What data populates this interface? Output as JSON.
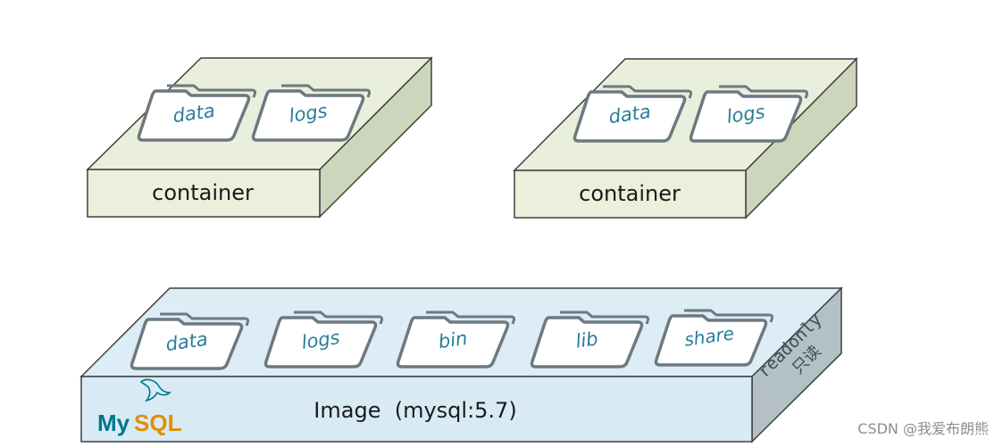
{
  "containers": [
    {
      "label": "container",
      "folders": [
        "data",
        "logs"
      ]
    },
    {
      "label": "container",
      "folders": [
        "data",
        "logs"
      ]
    }
  ],
  "image": {
    "label": "Image  (mysql:5.7)",
    "folders": [
      "data",
      "logs",
      "bin",
      "lib",
      "share"
    ],
    "side_label_en": "readonly",
    "side_label_zh": "只读",
    "logo": {
      "my": "My",
      "sql": "SQL"
    }
  },
  "watermark": "CSDN @我爱布朗熊",
  "colors": {
    "container_top": "#e9efdc",
    "container_front": "#eaf0dc",
    "container_side": "#cdd5bc",
    "image_top": "#dcedf6",
    "image_front": "#d8ebf5",
    "image_side": "#b3c1c7",
    "folder_fill": "#ffffff",
    "folder_stroke": "#6d7880",
    "folder_text": "#2a7d9a",
    "outline": "#3f3f3f",
    "mysql_blue": "#00758f",
    "mysql_orange": "#e48e00"
  }
}
